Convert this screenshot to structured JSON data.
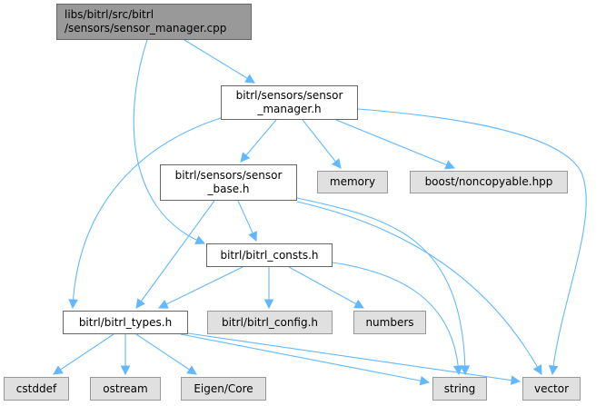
{
  "graph": {
    "title": "Include dependency graph",
    "nodes": [
      {
        "id": "root",
        "label": "libs/bitrl/src/bitrl\n/sensors/sensor_manager.cpp",
        "kind": "root"
      },
      {
        "id": "sensor_manager_h",
        "label": "bitrl/sensors/sensor\n_manager.h",
        "kind": "local"
      },
      {
        "id": "sensor_base_h",
        "label": "bitrl/sensors/sensor\n_base.h",
        "kind": "local"
      },
      {
        "id": "memory",
        "label": "memory",
        "kind": "system"
      },
      {
        "id": "noncopyable",
        "label": "boost/noncopyable.hpp",
        "kind": "system"
      },
      {
        "id": "bitrl_consts_h",
        "label": "bitrl/bitrl_consts.h",
        "kind": "local"
      },
      {
        "id": "bitrl_types_h",
        "label": "bitrl/bitrl_types.h",
        "kind": "local"
      },
      {
        "id": "bitrl_config_h",
        "label": "bitrl/bitrl_config.h",
        "kind": "system"
      },
      {
        "id": "numbers",
        "label": "numbers",
        "kind": "system"
      },
      {
        "id": "cstddef",
        "label": "cstddef",
        "kind": "system"
      },
      {
        "id": "ostream",
        "label": "ostream",
        "kind": "system"
      },
      {
        "id": "eigen_core",
        "label": "Eigen/Core",
        "kind": "system"
      },
      {
        "id": "string",
        "label": "string",
        "kind": "system"
      },
      {
        "id": "vector",
        "label": "vector",
        "kind": "system"
      }
    ],
    "edges": [
      [
        "root",
        "sensor_manager_h"
      ],
      [
        "root",
        "bitrl_consts_h"
      ],
      [
        "sensor_manager_h",
        "sensor_base_h"
      ],
      [
        "sensor_manager_h",
        "memory"
      ],
      [
        "sensor_manager_h",
        "noncopyable"
      ],
      [
        "sensor_manager_h",
        "bitrl_types_h"
      ],
      [
        "sensor_manager_h",
        "vector"
      ],
      [
        "sensor_base_h",
        "bitrl_consts_h"
      ],
      [
        "sensor_base_h",
        "bitrl_types_h"
      ],
      [
        "sensor_base_h",
        "string"
      ],
      [
        "sensor_base_h",
        "vector"
      ],
      [
        "bitrl_consts_h",
        "bitrl_types_h"
      ],
      [
        "bitrl_consts_h",
        "bitrl_config_h"
      ],
      [
        "bitrl_consts_h",
        "numbers"
      ],
      [
        "bitrl_consts_h",
        "string"
      ],
      [
        "bitrl_types_h",
        "cstddef"
      ],
      [
        "bitrl_types_h",
        "ostream"
      ],
      [
        "bitrl_types_h",
        "eigen_core"
      ],
      [
        "bitrl_types_h",
        "string"
      ],
      [
        "bitrl_types_h",
        "vector"
      ]
    ]
  },
  "colors": {
    "edge": "#63b8ff",
    "root_fill": "#999999",
    "local_fill": "#ffffff",
    "system_fill": "#e0e0e0"
  }
}
